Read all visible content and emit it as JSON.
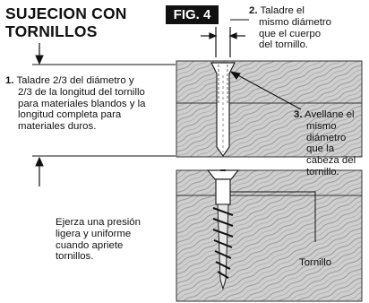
{
  "title_line1": "SUJECION CON",
  "title_line2": "TORNILLOS",
  "fig_label": "FIG. 4",
  "step1": {
    "number": "1.",
    "lines": [
      "Taladre 2/3 del diámetro y",
      "2/3 de la longitud del tornillo",
      "para materiales blandos y la",
      "longitud completa para",
      "materiales duros."
    ]
  },
  "step2": {
    "number": "2.",
    "lines": [
      "Taladre el",
      "mismo diámetro",
      "que el cuerpo",
      "del tornillo."
    ]
  },
  "step3": {
    "number": "3.",
    "lines": [
      "Avellane el",
      "mismo",
      "diámetro",
      "que la",
      "cabeza del",
      "tornillo."
    ]
  },
  "pressure_note": {
    "lines": [
      "Ejerza una presión",
      "ligera y uniforme",
      "cuando apriete",
      "tornillos."
    ]
  },
  "screw_label": "Tornillo"
}
